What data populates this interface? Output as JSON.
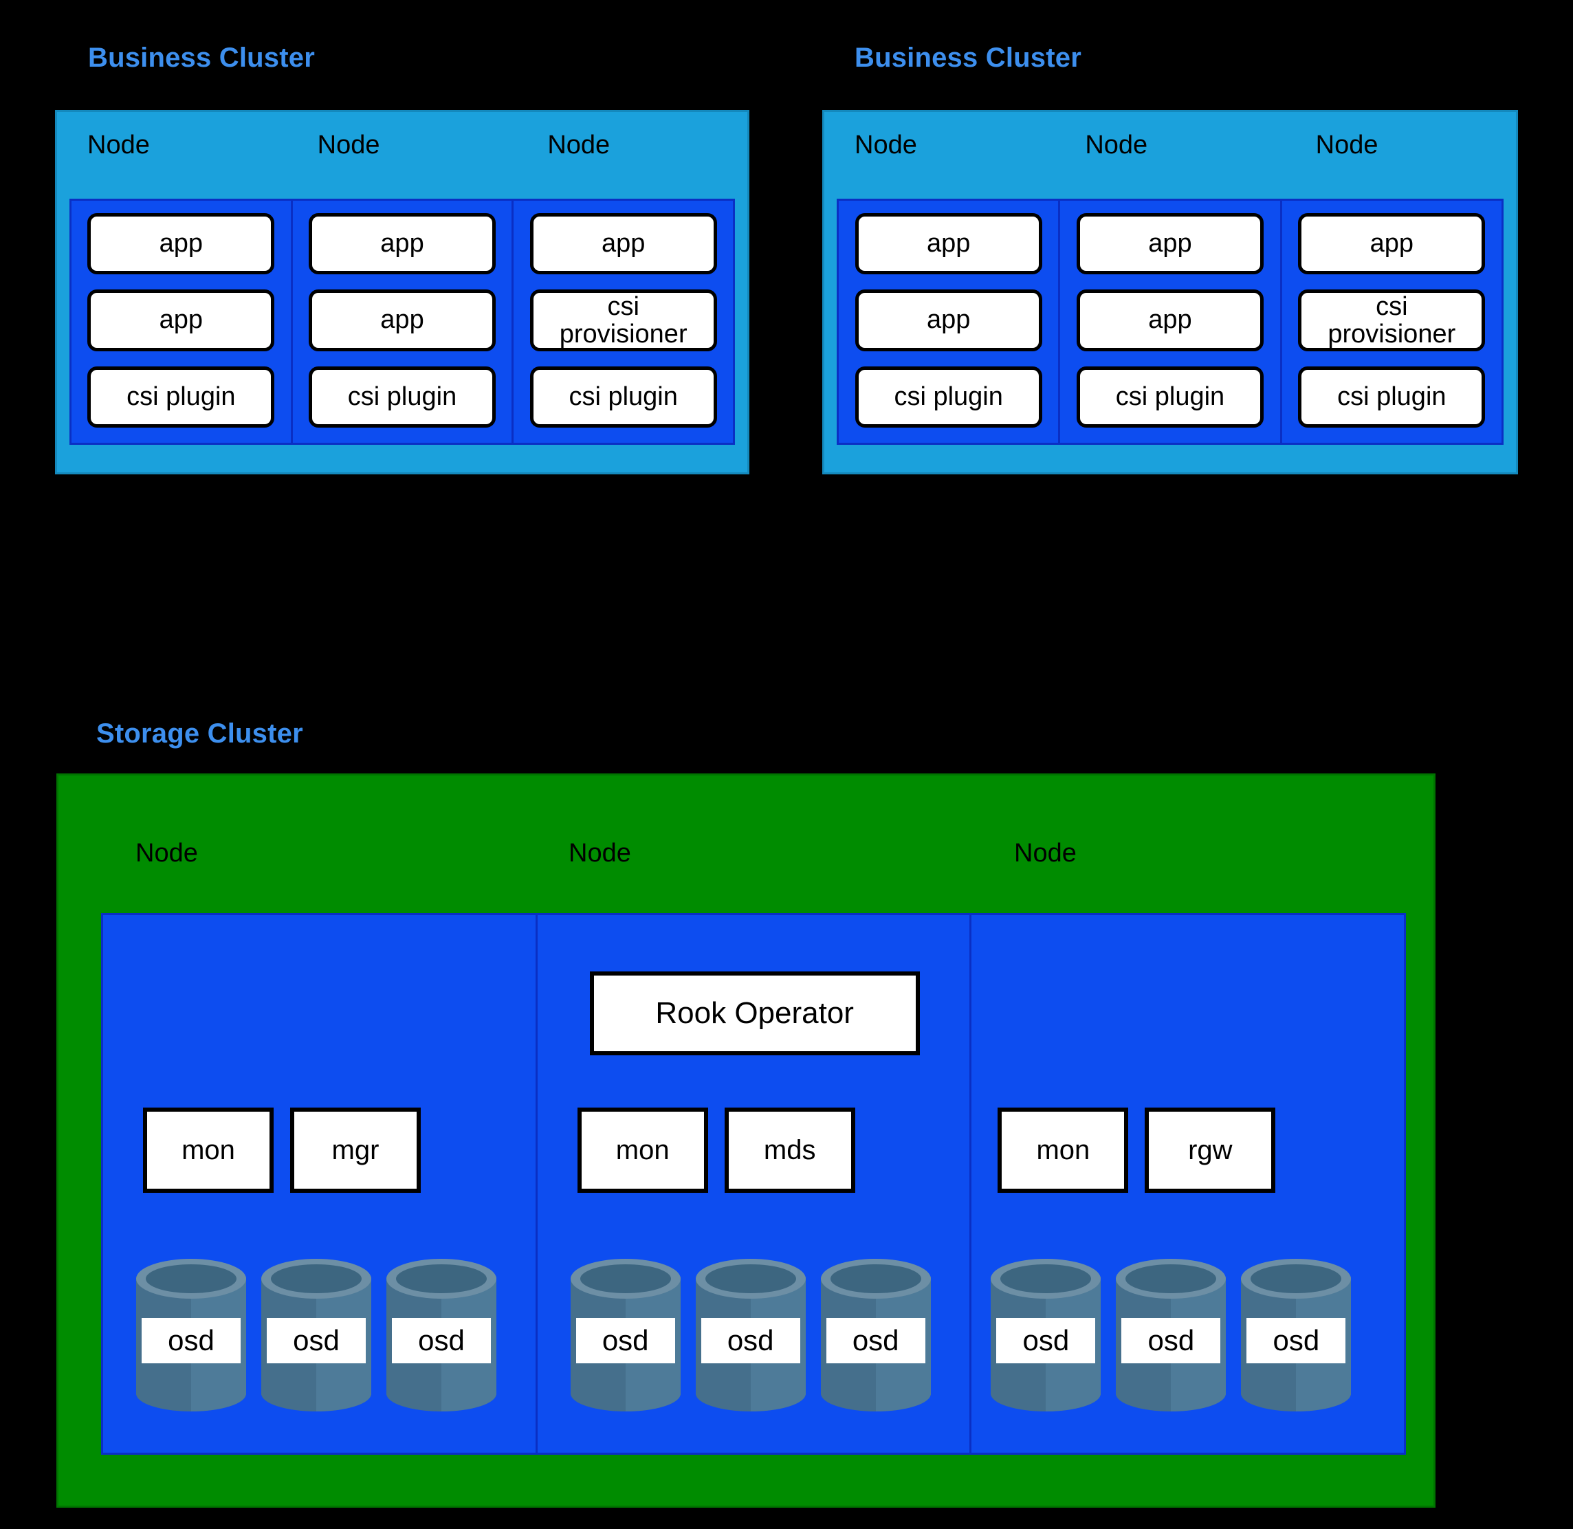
{
  "background_color": "#000000",
  "colors": {
    "title_blue": "#3d8fee",
    "business_container": "#1ba1dc",
    "node_blue": "#0d4df0",
    "node_border": "#0a2fc4",
    "storage_green": "#008c00",
    "pod_fill": "#ffffff",
    "pod_border": "#000000",
    "cylinder_body": "#456f8c",
    "cylinder_body_light": "#4e7b99",
    "cylinder_rim": "#6d8fa5",
    "cylinder_inner": "#3d6680"
  },
  "business_clusters": [
    {
      "title": "Business Cluster",
      "nodes": [
        {
          "label": "Node",
          "pods": [
            "app",
            "app",
            "csi plugin"
          ]
        },
        {
          "label": "Node",
          "pods": [
            "app",
            "app",
            "csi plugin"
          ]
        },
        {
          "label": "Node",
          "pods": [
            "app",
            "csi\nprovisioner",
            "csi plugin"
          ]
        }
      ]
    },
    {
      "title": "Business Cluster",
      "nodes": [
        {
          "label": "Node",
          "pods": [
            "app",
            "app",
            "csi plugin"
          ]
        },
        {
          "label": "Node",
          "pods": [
            "app",
            "app",
            "csi plugin"
          ]
        },
        {
          "label": "Node",
          "pods": [
            "app",
            "csi\nprovisioner",
            "csi plugin"
          ]
        }
      ]
    }
  ],
  "storage_cluster": {
    "title": "Storage Cluster",
    "nodes": [
      {
        "label": "Node",
        "operator": null,
        "daemons": [
          "mon",
          "mgr"
        ],
        "osds": [
          "osd",
          "osd",
          "osd"
        ]
      },
      {
        "label": "Node",
        "operator": "Rook Operator",
        "daemons": [
          "mon",
          "mds"
        ],
        "osds": [
          "osd",
          "osd",
          "osd"
        ]
      },
      {
        "label": "Node",
        "operator": null,
        "daemons": [
          "mon",
          "rgw"
        ],
        "osds": [
          "osd",
          "osd",
          "osd"
        ]
      }
    ]
  }
}
